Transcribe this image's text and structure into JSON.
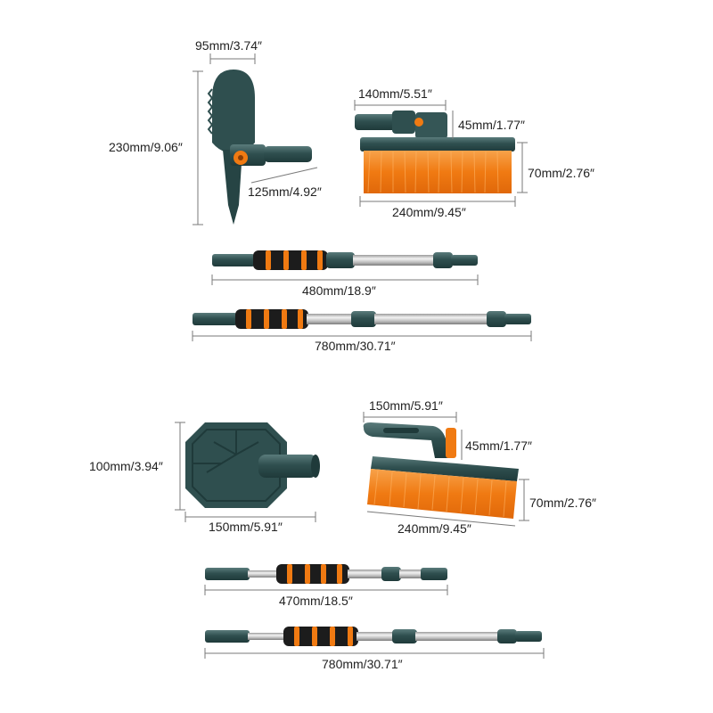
{
  "colors": {
    "teal": "#2f4f4f",
    "teal_light": "#4f7070",
    "orange": "#f07a12",
    "orange_dark": "#d25f08",
    "foam": "#1c1c1c",
    "steel_light": "#e6e6e6",
    "steel_dark": "#8a8a8a"
  },
  "dimensions": {
    "shovel_width": "95mm/3.74″",
    "shovel_height": "230mm/9.06″",
    "shovel_neck": "125mm/4.92″",
    "brush1_neck": "140mm/5.51″",
    "brush1_neck_height": "45mm/1.77″",
    "brush1_bristle_height": "70mm/2.76″",
    "brush1_width": "240mm/9.45″",
    "pole1_length": "480mm/18.9″",
    "pole2_length": "780mm/30.71″",
    "scraper_height": "100mm/3.94″",
    "scraper_width": "150mm/5.91″",
    "brush2_handle": "150mm/5.91″",
    "brush2_neck_height": "45mm/1.77″",
    "brush2_bristle_height": "70mm/2.76″",
    "brush2_width": "240mm/9.45″",
    "pole3_length": "470mm/18.5″",
    "pole4_length": "780mm/30.71″"
  }
}
